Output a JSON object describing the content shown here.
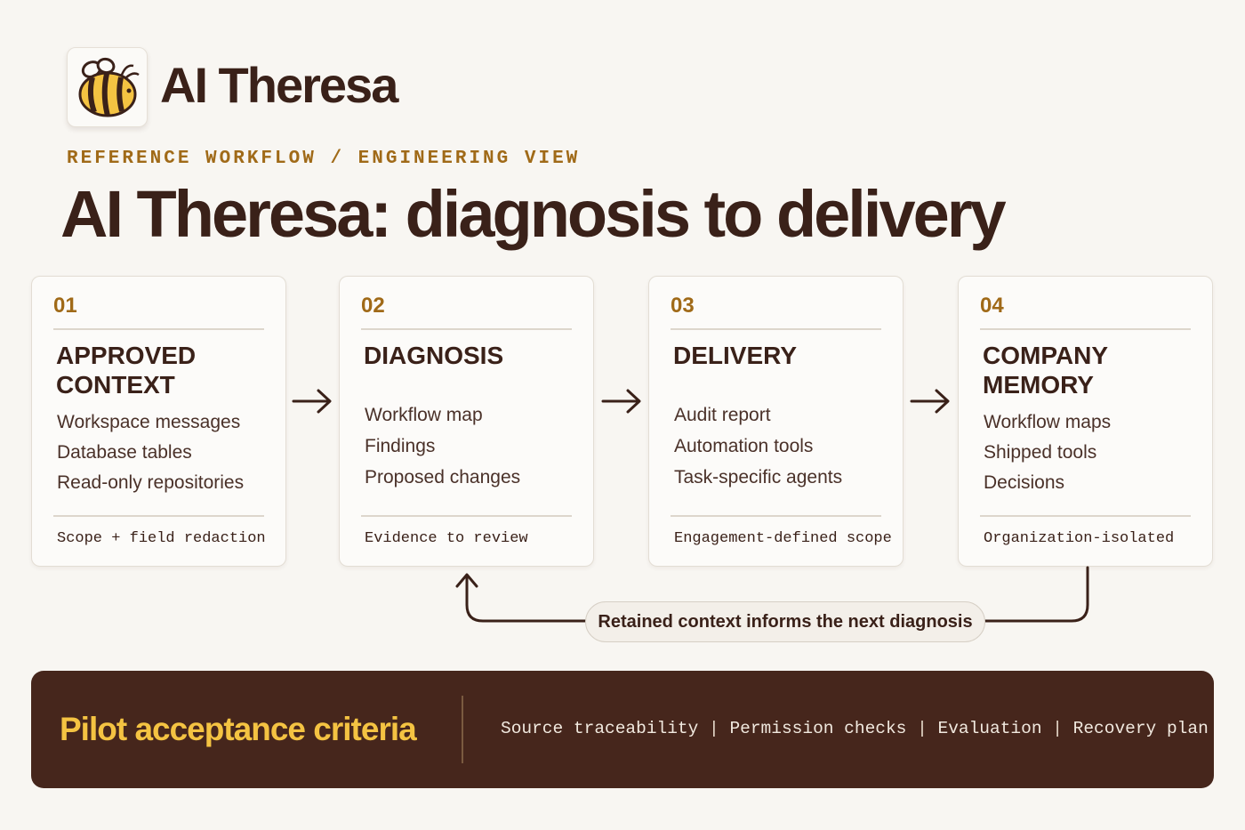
{
  "brand": {
    "name": "AI Theresa",
    "logo_icon": "bee-icon",
    "colors": {
      "bee_yellow": "#f4c342",
      "dark_brown": "#3a2119"
    }
  },
  "header": {
    "kicker": "REFERENCE WORKFLOW / ENGINEERING VIEW",
    "title": "AI Theresa: diagnosis to delivery"
  },
  "steps": [
    {
      "number": "01",
      "title": "APPROVED CONTEXT",
      "items": [
        "Workspace messages",
        "Database tables",
        "Read-only repositories"
      ],
      "footer": "Scope + field redaction"
    },
    {
      "number": "02",
      "title": "DIAGNOSIS",
      "items": [
        "Workflow map",
        "Findings",
        "Proposed changes"
      ],
      "footer": "Evidence to review"
    },
    {
      "number": "03",
      "title": "DELIVERY",
      "items": [
        "Audit report",
        "Automation tools",
        "Task-specific agents"
      ],
      "footer": "Engagement-defined scope"
    },
    {
      "number": "04",
      "title": "COMPANY MEMORY",
      "items": [
        "Workflow maps",
        "Shipped tools",
        "Decisions"
      ],
      "footer": "Organization-isolated"
    }
  ],
  "feedback_loop": {
    "label": "Retained context informs the next diagnosis"
  },
  "pilot": {
    "title": "Pilot acceptance criteria",
    "criteria": [
      "Source traceability",
      "Permission checks",
      "Evaluation",
      "Recovery plan"
    ],
    "separator": "|",
    "colors": {
      "background": "#46261c",
      "title": "#f4c342"
    }
  }
}
